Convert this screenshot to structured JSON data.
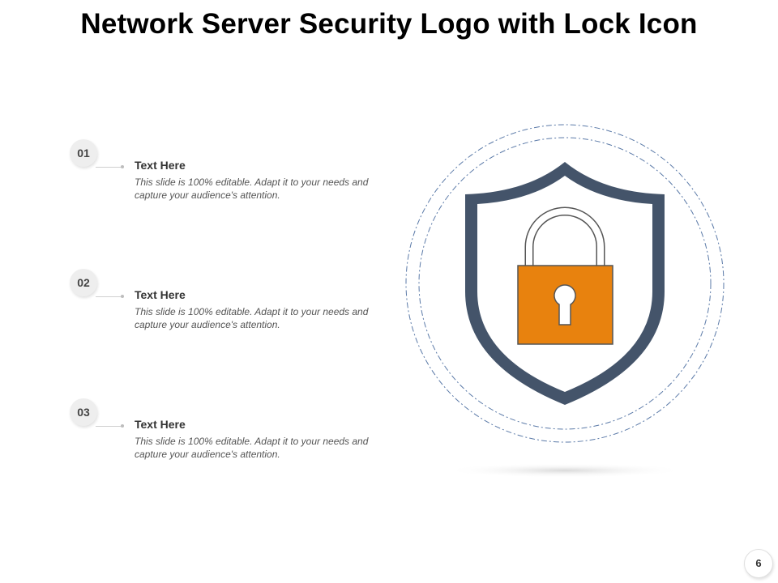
{
  "title": "Network Server Security Logo with Lock Icon",
  "items": [
    {
      "number": "01",
      "heading": "Text Here",
      "body": "This slide is 100% editable. Adapt it to your needs and capture your audience's attention."
    },
    {
      "number": "02",
      "heading": "Text Here",
      "body": "This slide is 100% editable. Adapt it to your needs and capture your audience's attention."
    },
    {
      "number": "03",
      "heading": "Text Here",
      "body": "This slide is 100% editable. Adapt it to your needs and capture your audience's attention."
    }
  ],
  "graphic": {
    "shield_icon": "shield-icon",
    "lock_icon": "padlock-icon",
    "colors": {
      "shield": "#44546A",
      "lock_body": "#E8820E",
      "ring": "#5B7AA8"
    }
  },
  "page_number": "6"
}
